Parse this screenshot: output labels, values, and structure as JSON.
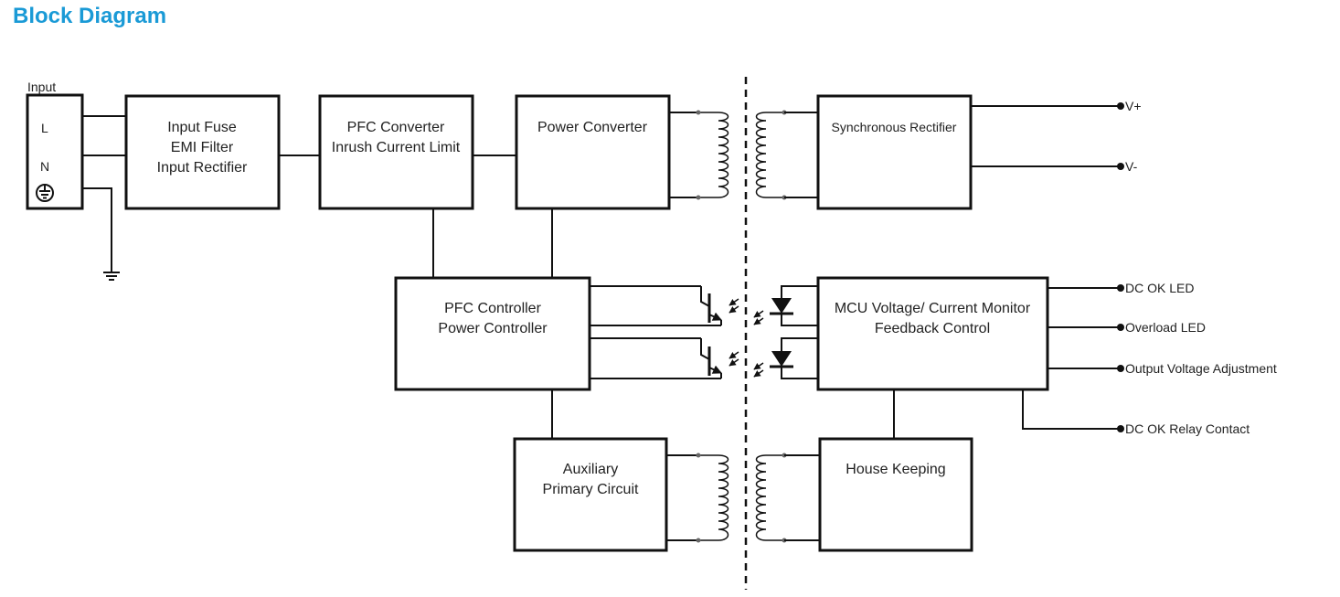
{
  "title": "Block Diagram",
  "input": {
    "label": "Input",
    "terminals": [
      "L",
      "N"
    ],
    "ground_icon": "protective-earth-icon"
  },
  "blocks": {
    "input_filter": [
      "Input Fuse",
      "EMI Filter",
      "Input Rectifier"
    ],
    "pfc_converter": [
      "PFC Converter",
      "Inrush Current Limit"
    ],
    "power_converter": [
      "Power Converter"
    ],
    "sync_rectifier": [
      "Synchronous Rectifier"
    ],
    "pfc_controller": [
      "PFC Controller",
      "Power Controller"
    ],
    "mcu": [
      "MCU Voltage/ Current Monitor",
      "Feedback Control"
    ],
    "auxiliary": [
      "Auxiliary",
      "Primary Circuit"
    ],
    "house_keeping": [
      "House Keeping"
    ]
  },
  "outputs": {
    "v_plus": "V+",
    "v_minus": "V-",
    "dc_ok_led": "DC OK LED",
    "overload_led": "Overload LED",
    "voltage_adjust": "Output Voltage Adjustment",
    "relay": "DC OK Relay Contact"
  },
  "colors": {
    "title": "#1a9ad6",
    "line": "#111111"
  }
}
